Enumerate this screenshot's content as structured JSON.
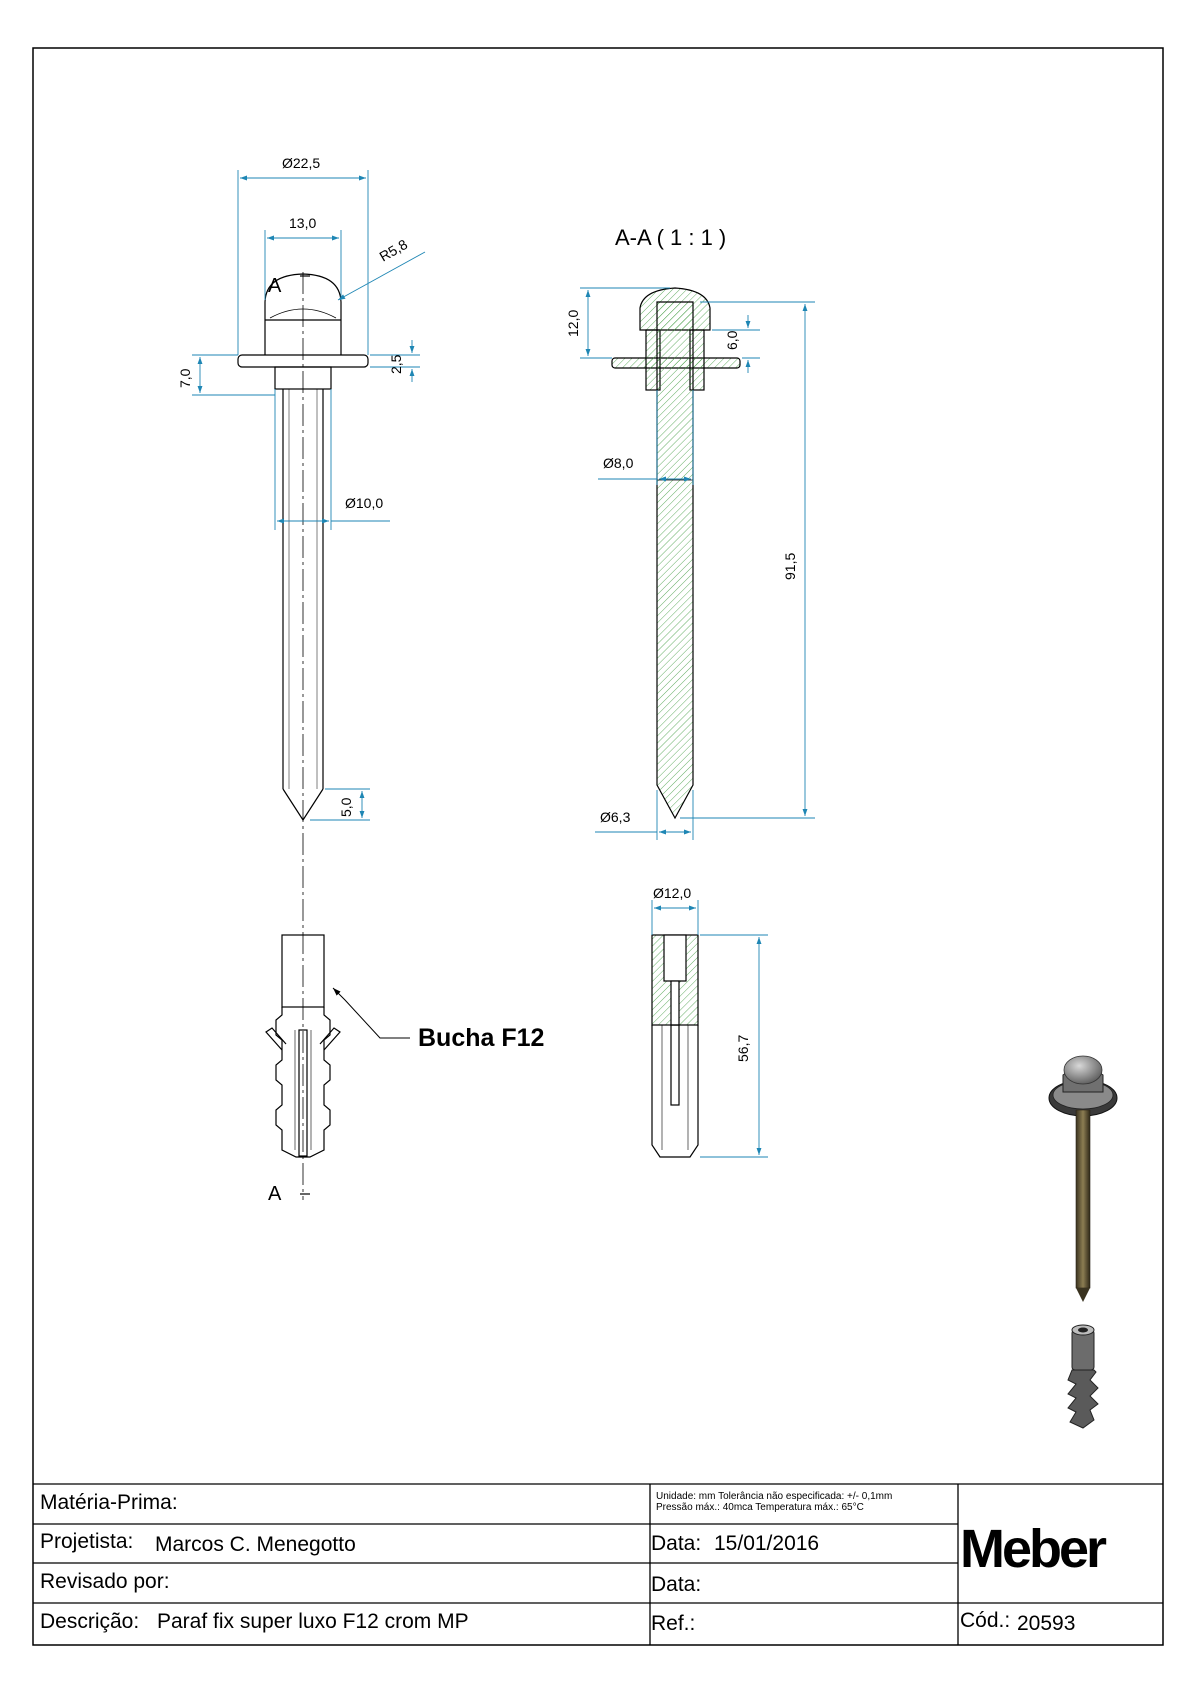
{
  "drawing": {
    "section_title": "A-A ( 1 : 1 )",
    "section_mark": "A",
    "callout_label": "Bucha F12",
    "dimensions": {
      "head_diameter": "Ø22,5",
      "nut_width": "13,0",
      "dome_radius": "R5,8",
      "head_height": "7,0",
      "washer_thickness": "2,5",
      "shank_diameter": "Ø10,0",
      "tip_length": "5,0",
      "cap_height": "12,0",
      "nut_height": "6,0",
      "screw_diameter": "Ø8,0",
      "screw_length": "91,5",
      "tip_diameter": "Ø6,3",
      "anchor_diameter": "Ø12,0",
      "anchor_length": "56,7"
    }
  },
  "title_block": {
    "materia_prima_label": "Matéria-Prima:",
    "materia_prima_value": "",
    "projetista_label": "Projetista:",
    "projetista_value": "Marcos C. Menegotto",
    "revisado_label": "Revisado por:",
    "revisado_value": "",
    "descricao_label": "Descrição:",
    "descricao_value": "Paraf fix super luxo F12  crom MP",
    "notes_line1": "Unidade: mm Tolerância não especificada: +/- 0,1mm",
    "notes_line2": "Pressão máx.: 40mca        Temperatura máx.: 65°C",
    "data1_label": "Data:",
    "data1_value": "15/01/2016",
    "data2_label": "Data:",
    "data2_value": "",
    "ref_label": "Ref.:",
    "ref_value": "",
    "logo": "Meber",
    "cod_label": "Cód.:",
    "cod_value": "20593"
  },
  "colors": {
    "dimension": "#1e86b4",
    "hatch": "#3f9a3f",
    "outline": "#000000"
  }
}
